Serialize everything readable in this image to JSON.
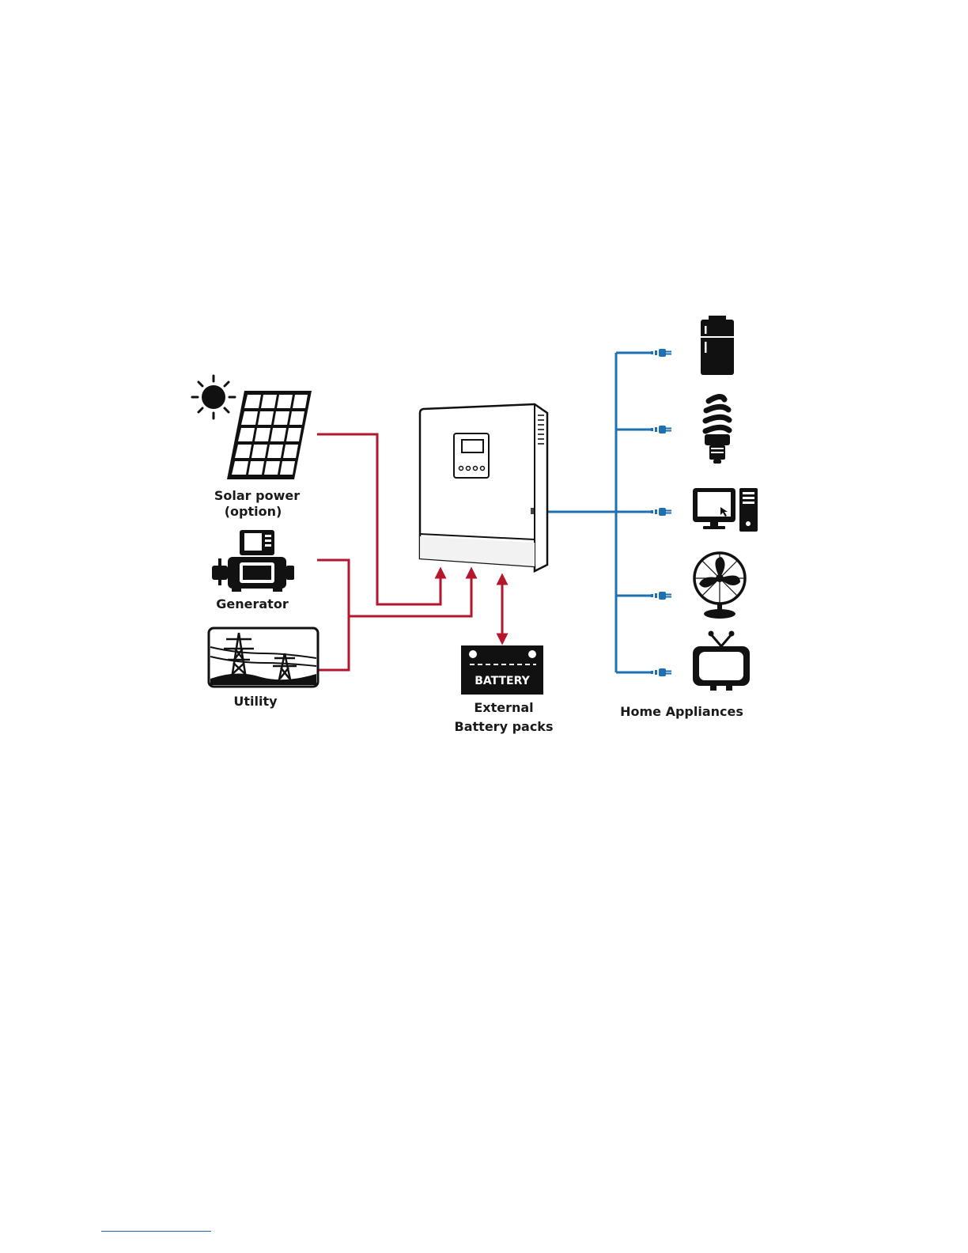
{
  "labels": {
    "solar_line1": "Solar power",
    "solar_line2": "(option)",
    "generator": "Generator",
    "utility": "Utility",
    "battery_text": "BATTERY",
    "battery_line1": "External",
    "battery_line2": "Battery packs",
    "appliances": "Home Appliances"
  },
  "colors": {
    "input_line": "#b5162b",
    "output_line": "#1f6fb3",
    "icon": "#111111"
  },
  "icons": [
    "sun-icon",
    "solar-panel-icon",
    "generator-icon",
    "power-tower-icon",
    "inverter-icon",
    "battery-icon",
    "fridge-icon",
    "bulb-icon",
    "computer-icon",
    "fan-icon",
    "tv-icon",
    "plug-icon"
  ]
}
